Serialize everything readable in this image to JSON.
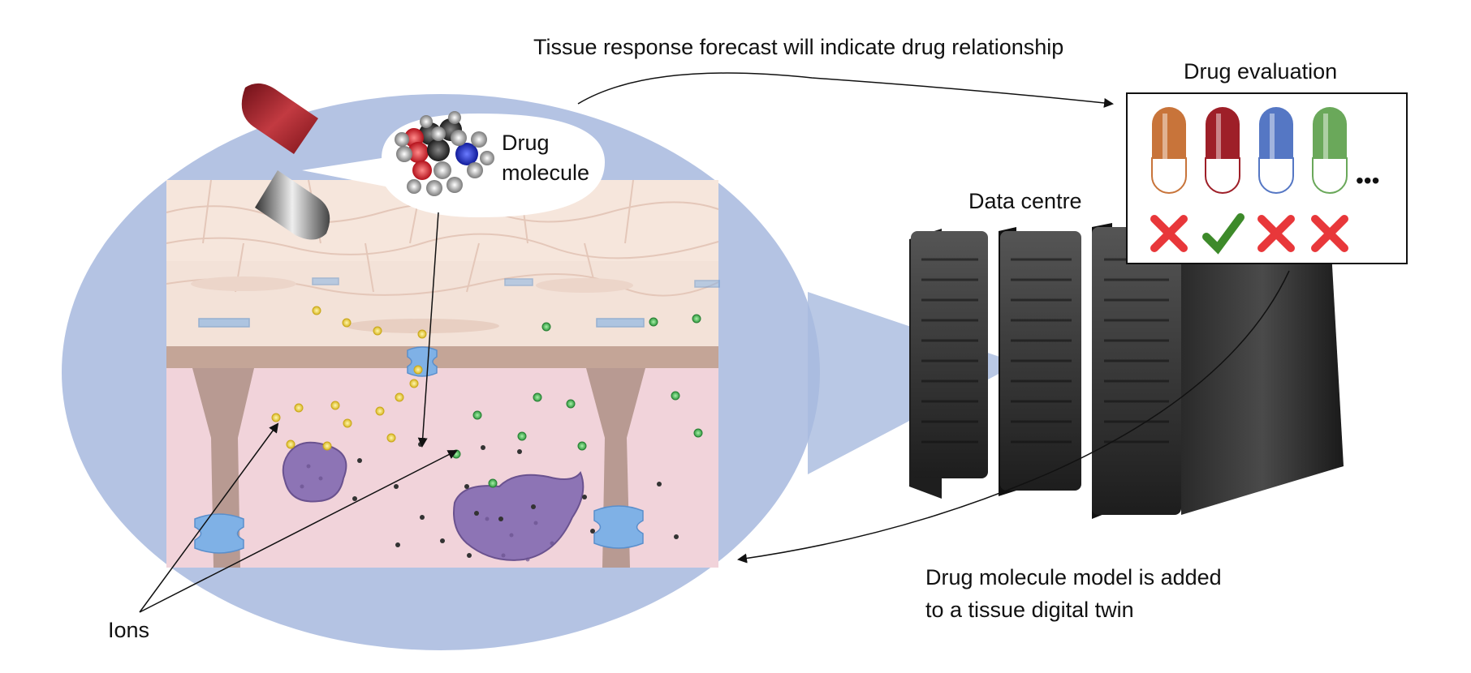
{
  "labels": {
    "forecast": "Tissue response forecast will indicate drug relationship",
    "drug_evaluation": "Drug evaluation",
    "data_centre": "Data centre",
    "drug_molecule_line1": "Drug",
    "drug_molecule_line2": "molecule",
    "model_added_line1": "Drug molecule model is added",
    "model_added_line2": "to a tissue digital twin",
    "ions": "Ions",
    "more": "•••"
  },
  "drug_evaluation": [
    {
      "capsule_color": "#c8743a",
      "result": "rejected"
    },
    {
      "capsule_color": "#9e1f28",
      "result": "approved"
    },
    {
      "capsule_color": "#5577c4",
      "result": "rejected"
    },
    {
      "capsule_color": "#6aa85a",
      "result": "rejected"
    }
  ],
  "colors": {
    "ellipse": "#b4c3e3",
    "tissue_upper": "#f2ddd1",
    "tissue_lower": "#f1d3da",
    "organelle": "#8d74b5",
    "channel": "#7fb1e6",
    "ion_yellow": "#f0d23a",
    "ion_green": "#3faa4f",
    "reject": "#e8373a",
    "approve": "#3d8a2a"
  },
  "icons": [
    "capsule-icon",
    "molecule-icon",
    "server-icon",
    "cross-icon",
    "check-icon",
    "ion-channel-icon",
    "organelle-icon"
  ]
}
